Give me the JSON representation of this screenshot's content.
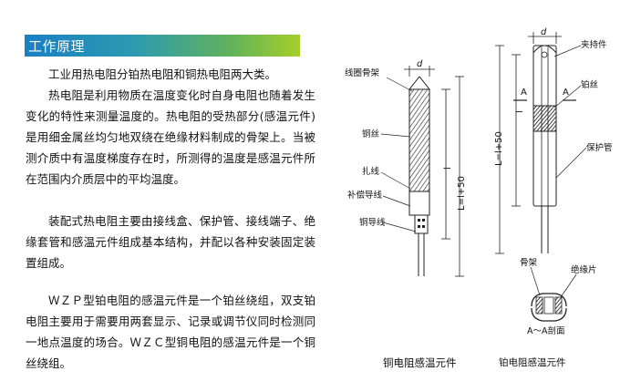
{
  "section_title": "工作原理",
  "paragraphs": [
    "工业用热电阻分铂热电阻和铜热电阻两大类。",
    "热电阻是利用物质在温度变化时自身电阻也随着发生变化的特性来测量温度的。热电阻的受热部分(感温元件)是用细金属丝均匀地双绕在绝缘材料制成的骨架上。当被测介质中有温度梯度存在时，所测得的温度是感温元件所在范围内介质层中的平均温度。",
    "装配式热电阻主要由接线盒、保护管、接线端子、绝缘套管和感温元件组成基本结构，并配以各种安装固定装置组成。",
    "ＷＺＰ型铂电阻的感温元件是一个铂丝绕组，双支铂电阻主要用于需要用两套显示、记录或调节仪同时检测同一地点温度的场合。ＷＺＣ型铜电阻的感温元件是一个铜丝绕组。"
  ],
  "copper_diagram": {
    "caption": "铜电阻感温元件",
    "labels": {
      "frame": "线圈骨架",
      "copper_wire": "铜丝",
      "binding_wire": "扎线",
      "compensation_wire": "补偿导线",
      "lead_wire": "铜导线",
      "dim_d": "d",
      "dim_l": "l",
      "dim_L": "L=l+50"
    }
  },
  "platinum_diagram": {
    "caption": "铂电阻感温元件",
    "labels": {
      "clamp": "夹持件",
      "platinum_wire": "铂丝",
      "protect_tube": "保护管",
      "dim_d": "d",
      "dim_A_left": "A",
      "dim_A_right": "A",
      "dim_l": "l",
      "dim_L": "L=l+50",
      "frame": "骨架",
      "insulator": "绝缘片",
      "section": "A～A剖面"
    }
  }
}
